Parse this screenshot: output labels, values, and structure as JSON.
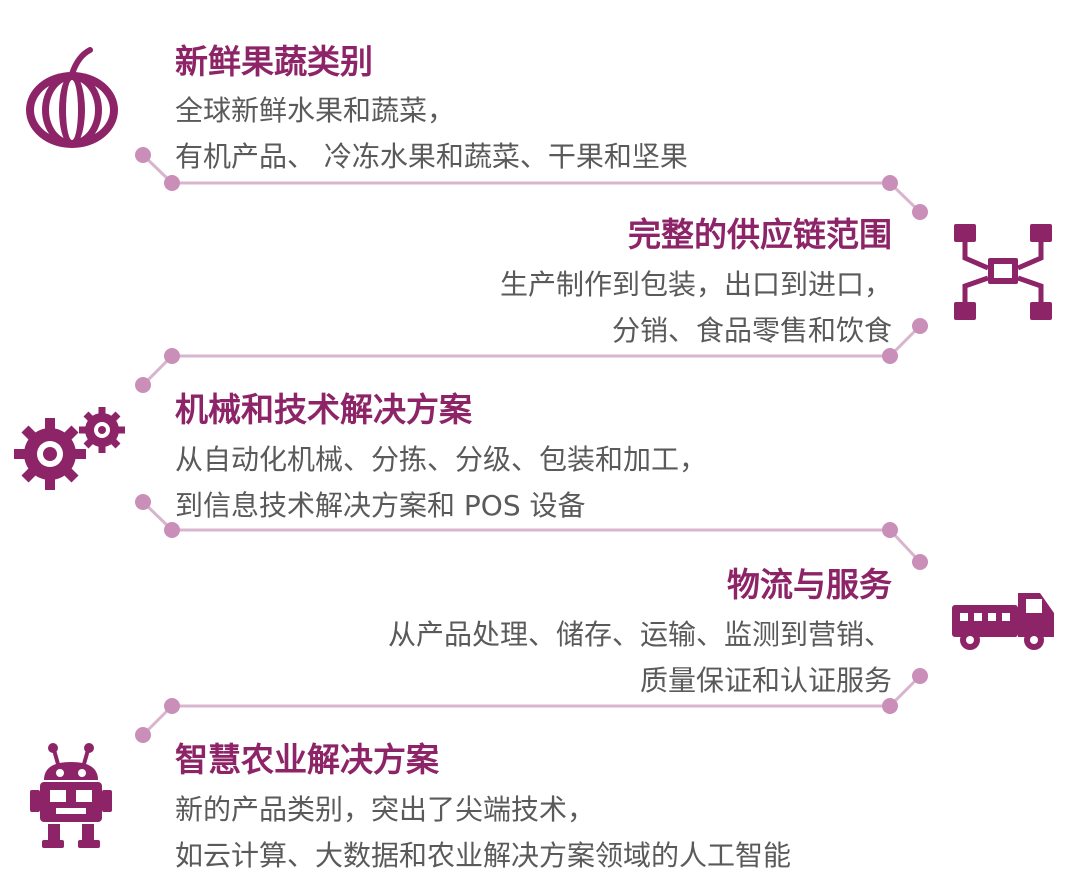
{
  "colors": {
    "title": "#8e2468",
    "text": "#5a5a5a",
    "line": "#d9b4cf",
    "dot": "#c98fb8",
    "icon": "#8e2468"
  },
  "sections": [
    {
      "title": "新鲜果蔬类别",
      "lines": [
        "全球新鲜水果和蔬菜，",
        "有机产品、 冷冻水果和蔬菜、干果和坚果"
      ],
      "icon": "pumpkin-icon"
    },
    {
      "title": "完整的供应链范围",
      "lines": [
        "生产制作到包装，出口到进口，",
        "分销、食品零售和饮食"
      ],
      "icon": "supply-chain-icon"
    },
    {
      "title": "机械和技术解决方案",
      "lines": [
        "从自动化机械、分拣、分级、包装和加工，",
        "到信息技术解决方案和 POS 设备"
      ],
      "icon": "gears-icon"
    },
    {
      "title": "物流与服务",
      "lines": [
        "从产品处理、储存、运输、监测到营销、",
        "质量保证和认证服务"
      ],
      "icon": "truck-icon"
    },
    {
      "title": "智慧农业解决方案",
      "lines": [
        "新的产品类别，突出了尖端技术，",
        "如云计算、大数据和农业解决方案领域的人工智能"
      ],
      "icon": "robot-icon"
    }
  ]
}
